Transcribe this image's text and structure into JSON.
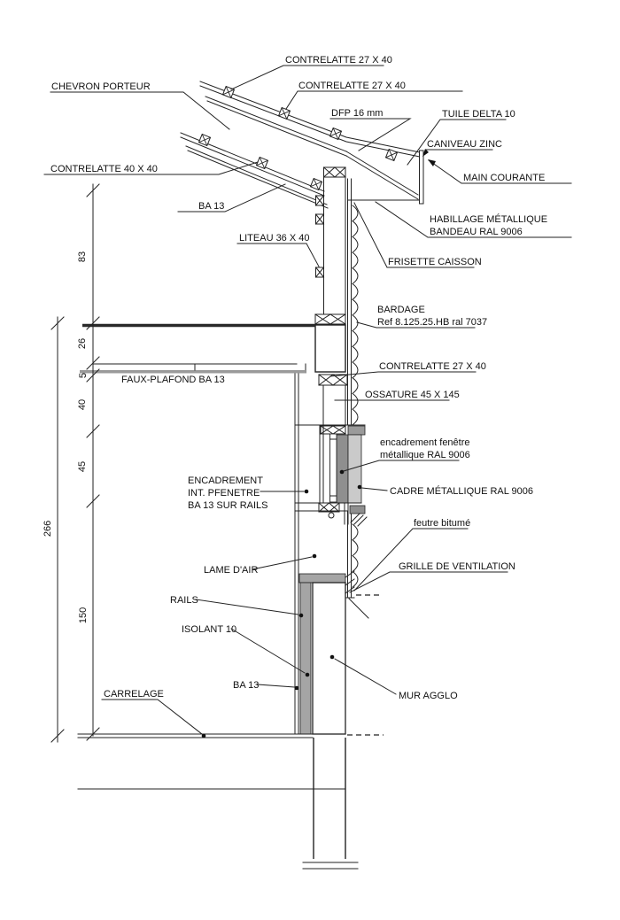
{
  "drawing": {
    "type": "architectural-section-detail",
    "language": "fr",
    "labels": {
      "contrelatte_top": "CONTRELATTE 27 X 40",
      "chevron": "CHEVRON PORTEUR",
      "contrelatte_mid": "CONTRELATTE 27 X 40",
      "dfp": "DFP 16 mm",
      "tuile": "TUILE DELTA 10",
      "caniveau": "CANIVEAU ZINC",
      "main_courante": "MAIN COURANTE",
      "contrelatte40": "CONTRELATTE 40 X 40",
      "ba13_roof": "BA 13",
      "habillage_l1": "HABILLAGE MÉTALLIQUE",
      "habillage_l2": "BANDEAU RAL 9006",
      "liteau": "LITEAU 36 X 40",
      "frisette": "FRISETTE CAISSON",
      "bardage_l1": "BARDAGE",
      "bardage_l2": "Ref 8.125.25.HB ral 7037",
      "contrelatte_low": "CONTRELATTE 27 X 40",
      "faux_plafond": "FAUX-PLAFOND BA 13",
      "ossature": "OSSATURE 45 X 145",
      "enc_ext_l1": "encadrement fenêtre",
      "enc_ext_l2": "métallique RAL 9006",
      "enc_int_l1": "ENCADREMENT",
      "enc_int_l2": "INT. PFENETRE",
      "enc_int_l3": "BA 13 SUR RAILS",
      "cadre": "CADRE MÉTALLIQUE RAL 9006",
      "feutre": "feutre bitumé",
      "lame_air": "LAME D'AIR",
      "grille": "GRILLE DE VENTILATION",
      "rails": "RAILS",
      "isolant": "ISOLANT 10",
      "ba13_wall": "BA 13",
      "mur_agglo": "MUR AGGLO",
      "carrelage": "CARRELAGE"
    },
    "dimensions": {
      "d83": "83",
      "d26": "26",
      "d5": "5",
      "d40": "40",
      "d45": "45",
      "d150": "150",
      "d266": "266"
    },
    "colors": {
      "line": "#222222",
      "frame_dark_gray": "#8f8f8f",
      "band_gray": "#9a9a9a",
      "frame_light_gray": "#cacaca",
      "insulation_gray": "#a5a5a5",
      "background": "#ffffff"
    }
  }
}
